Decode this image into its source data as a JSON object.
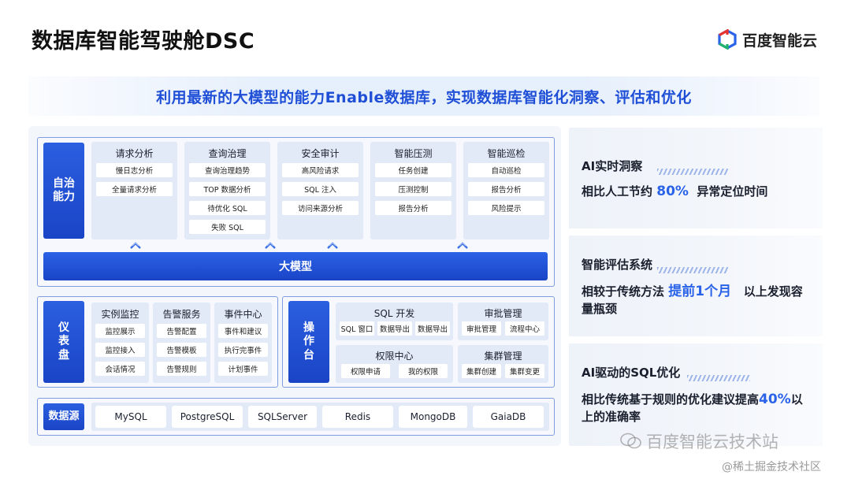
{
  "header": {
    "title": "数据库智能驾驶舱DSC",
    "logo_text": "百度智能云",
    "logo_colors": [
      "#e8322f",
      "#2a63e8",
      "#1fb36b"
    ]
  },
  "banner": {
    "text": "利用最新的大模型的能力Enable数据库，实现数据库智能化洞察、评估和优化"
  },
  "autonomy": {
    "label": "自治\n能力",
    "columns": [
      {
        "title": "请求分析",
        "items": [
          "慢日志分析",
          "全量请求分析"
        ]
      },
      {
        "title": "查询治理",
        "items": [
          "查询治理趋势",
          "TOP 数据分析",
          "待优化 SQL",
          "失败 SQL"
        ]
      },
      {
        "title": "安全审计",
        "items": [
          "高风险请求",
          "SQL 注入",
          "访问来源分析"
        ]
      },
      {
        "title": "智能压测",
        "items": [
          "任务创建",
          "压测控制",
          "报告分析"
        ]
      },
      {
        "title": "智能巡检",
        "items": [
          "自动巡检",
          "报告分析",
          "风险提示"
        ]
      }
    ]
  },
  "llm": {
    "label": "大模型"
  },
  "dashboard": {
    "label": "仪\n表\n盘",
    "columns": [
      {
        "title": "实例监控",
        "items": [
          "监控展示",
          "监控接入",
          "会话情况"
        ]
      },
      {
        "title": "告警服务",
        "items": [
          "告警配置",
          "告警模板",
          "告警规则"
        ]
      },
      {
        "title": "事件中心",
        "items": [
          "事件和建议",
          "执行完事件",
          "计划事件"
        ]
      }
    ]
  },
  "console": {
    "label": "操\n作\n台",
    "sql_dev": {
      "title": "SQL 开发",
      "items": [
        "SQL 窗口",
        "数据导出",
        "数据导出"
      ]
    },
    "approval": {
      "title": "审批管理",
      "items": [
        "审批管理",
        "流程中心"
      ]
    },
    "permission": {
      "title": "权限中心",
      "items": [
        "权限申请",
        "我的权限"
      ]
    },
    "cluster": {
      "title": "集群管理",
      "items": [
        "集群创建",
        "集群变更"
      ]
    }
  },
  "datasource": {
    "label": "数据源",
    "items": [
      "MySQL",
      "PostgreSQL",
      "SQLServer",
      "Redis",
      "MongoDB",
      "GaiaDB"
    ]
  },
  "cards": [
    {
      "title": "AI实时洞察",
      "body_pre": "相比人工节约 ",
      "highlight": "80%",
      "body_post": "  异常定位时间"
    },
    {
      "title": "智能评估系统",
      "body_pre": "相较于传统方法 ",
      "highlight": "提前1个月",
      "body_post": "   以上发现容量瓶颈"
    },
    {
      "title": "AI驱动的SQL优化",
      "body_pre": "相比传统基于规则的优化建议提高",
      "highlight": "40%",
      "body_post": "以上的准确率"
    }
  ],
  "watermarks": {
    "wechat": "百度智能云技术站",
    "juejin": "@稀土掘金技术社区"
  }
}
